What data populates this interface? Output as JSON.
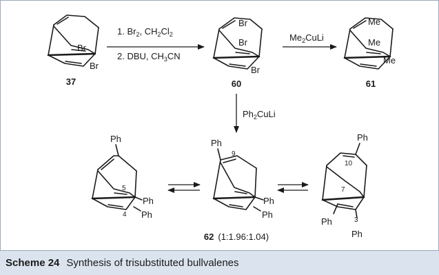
{
  "scheme": {
    "border_color": "#9aa9bc",
    "caption_bg": "#dbe4ee",
    "caption_label": "Scheme 24",
    "caption_text": "Synthesis of trisubstituted bullvalenes",
    "compounds": {
      "c37": {
        "number": "37",
        "substituents": [
          "Br",
          "Br"
        ]
      },
      "c60": {
        "number": "60",
        "substituents": [
          "Br",
          "Br",
          "Br"
        ]
      },
      "c61": {
        "number": "61",
        "substituents": [
          "Me",
          "Me",
          "Me"
        ]
      },
      "c62": {
        "number": "62",
        "ratio": "(1:1.96:1.04)"
      },
      "iso_a": {
        "substituents": [
          "Ph",
          "Ph",
          "Ph"
        ],
        "locants": [
          "5",
          "4"
        ]
      },
      "iso_b": {
        "substituents": [
          "Ph",
          "Ph",
          "Ph"
        ],
        "locants": [
          "9"
        ]
      },
      "iso_c": {
        "substituents": [
          "Ph",
          "Ph",
          "Ph"
        ],
        "locants": [
          "10",
          "7",
          "3"
        ]
      }
    },
    "reagents": {
      "step1_line1": "1. Br",
      "step1_line1_sub": "2",
      "step1_line1_rest": ", CH",
      "step1_line1_sub2": "2",
      "step1_line1_rest2": "Cl",
      "step1_line1_sub3": "2",
      "step1_line2": "2. DBU, CH",
      "step1_line2_sub": "3",
      "step1_line2_rest": "CN",
      "step2_pre": "Me",
      "step2_sub": "2",
      "step2_post": "CuLi",
      "step3_pre": "Ph",
      "step3_sub": "2",
      "step3_post": "CuLi"
    }
  }
}
